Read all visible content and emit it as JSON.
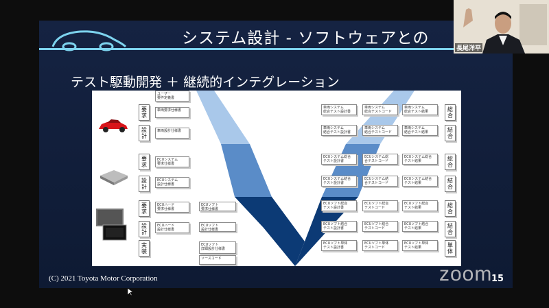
{
  "slide": {
    "title": "システム設計 - ソフトウェアとの",
    "subtitle": "テスト駆動開発 ＋ 継続的インテグレーション",
    "copyright": "(C) 2021 Toyota Motor Corporation",
    "page_number": "15",
    "accent_color": "#7dd3ee",
    "background_color": "#142240"
  },
  "diagram": {
    "left_tags": [
      "要\n求",
      "設\n計",
      "要\n求",
      "設\n計",
      "要\n求",
      "設\n計",
      "実\n装"
    ],
    "right_tags": [
      "総\n合",
      "結\n合",
      "総\n合",
      "結\n合",
      "総\n合",
      "結\n合",
      "単\n体"
    ],
    "spec_boxes": [
      "ユーザー\n要件定義書",
      "車両要求仕様書",
      "車両設計仕様書",
      "ECUシステム\n要求仕様書",
      "ECUシステム\n設計仕様書",
      "ECUハード\n要求仕様書",
      "ECUハード\n設計仕様書"
    ],
    "software_boxes": [
      "ECUソフト\n要求仕様書",
      "ECUソフト\n設計仕様書",
      "ECUソフト\n詳細設計仕様書",
      "ソースコード"
    ],
    "test_rows": [
      [
        "車両システム\n総合テスト設計書",
        "車両システム\n総合テストコード",
        "車両システム\n総合テスト結果"
      ],
      [
        "車両システム\n結合テスト設計書",
        "車両システム\n結合テストコード",
        "車両システム\n結合テスト結果"
      ],
      [
        "ECUシステム総合\nテスト設計書",
        "ECUシステム総\n合テストコード",
        "ECUシステム総合\nテスト結果"
      ],
      [
        "ECUシステム結合\nテスト設計書",
        "ECUシステム結\n合テストコード",
        "ECUシステム結合\nテスト結果"
      ],
      [
        "ECUソフト総合\nテスト設計書",
        "ECUソフト総合\nテストコード",
        "ECUソフト総合\nテスト結果"
      ],
      [
        "ECUソフト結合\nテスト設計書",
        "ECUソフト結合\nテストコード",
        "ECUソフト結合\nテスト結果"
      ],
      [
        "ECUソフト単体\nテスト設計書",
        "ECUソフト単体\nテストコード",
        "ECUソフト単体\nテスト結果"
      ]
    ],
    "v_colors": [
      "#a9c8ea",
      "#5a8cc8",
      "#0c3a75"
    ]
  },
  "webcam": {
    "participant_name": "長尾洋平"
  },
  "zoom": {
    "watermark": "zoom"
  }
}
